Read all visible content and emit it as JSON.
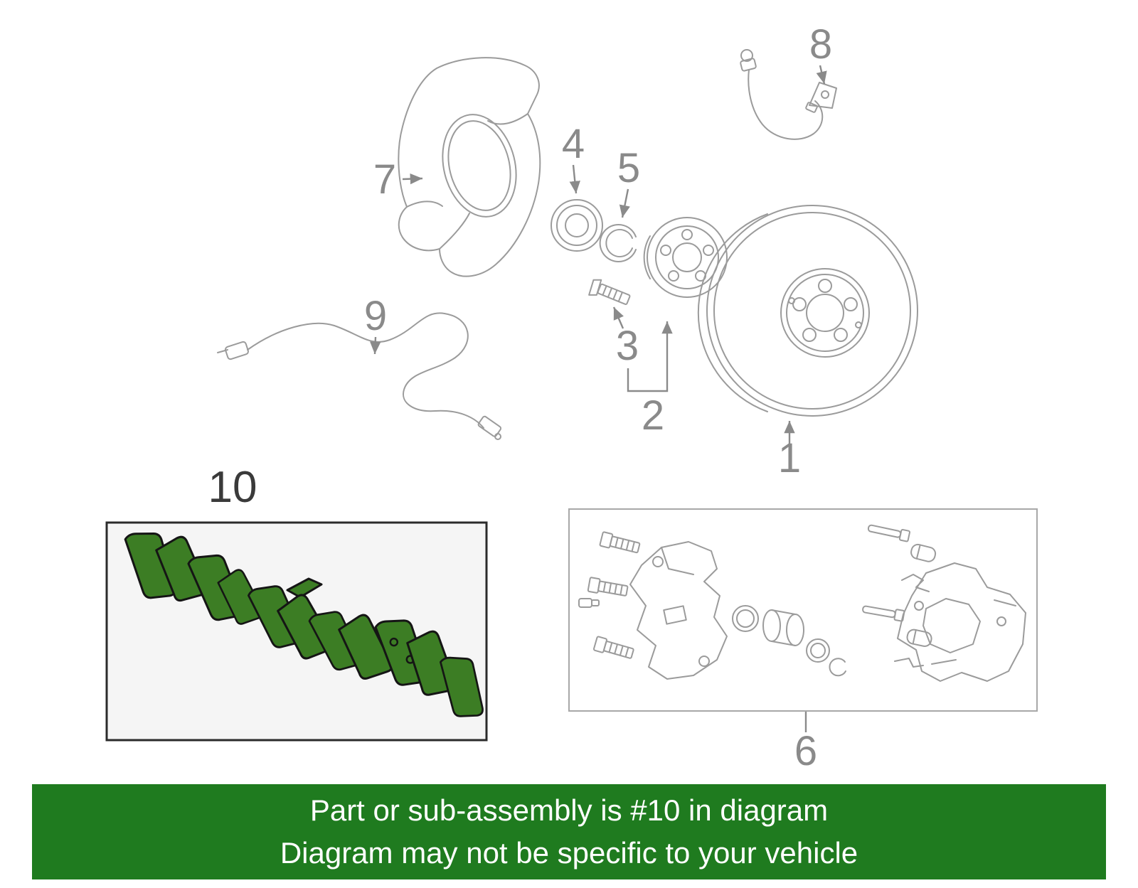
{
  "colors": {
    "banner-bg": "#1f7b1f",
    "banner-text": "#ffffff",
    "pad-green": "#3c7d24",
    "pad-outline": "#151515",
    "art-stroke": "#9b9b9b",
    "callout-gray": "#8a8a8a",
    "callout-dark": "#3a3a3a",
    "box10-border": "#2b2b2b",
    "box10-fill": "#f5f5f5",
    "page-bg": "#ffffff"
  },
  "diagram": {
    "type": "exploded-parts-diagram",
    "subject": "front disc brake assembly",
    "highlighted_callout": "10",
    "callouts": [
      {
        "number": "1",
        "part": "brake-rotor"
      },
      {
        "number": "2",
        "part": "hub-assembly"
      },
      {
        "number": "3",
        "part": "hub-bolt"
      },
      {
        "number": "4",
        "part": "wheel-bearing"
      },
      {
        "number": "5",
        "part": "snap-ring"
      },
      {
        "number": "6",
        "part": "caliper-sub-assembly"
      },
      {
        "number": "7",
        "part": "splash-guard"
      },
      {
        "number": "8",
        "part": "brake-hose"
      },
      {
        "number": "9",
        "part": "abs-sensor-wire"
      },
      {
        "number": "10",
        "part": "brake-pad-set"
      }
    ]
  },
  "banner": {
    "line1": "Part or sub-assembly is #10 in diagram",
    "line2": "Diagram may not be specific to your vehicle"
  }
}
